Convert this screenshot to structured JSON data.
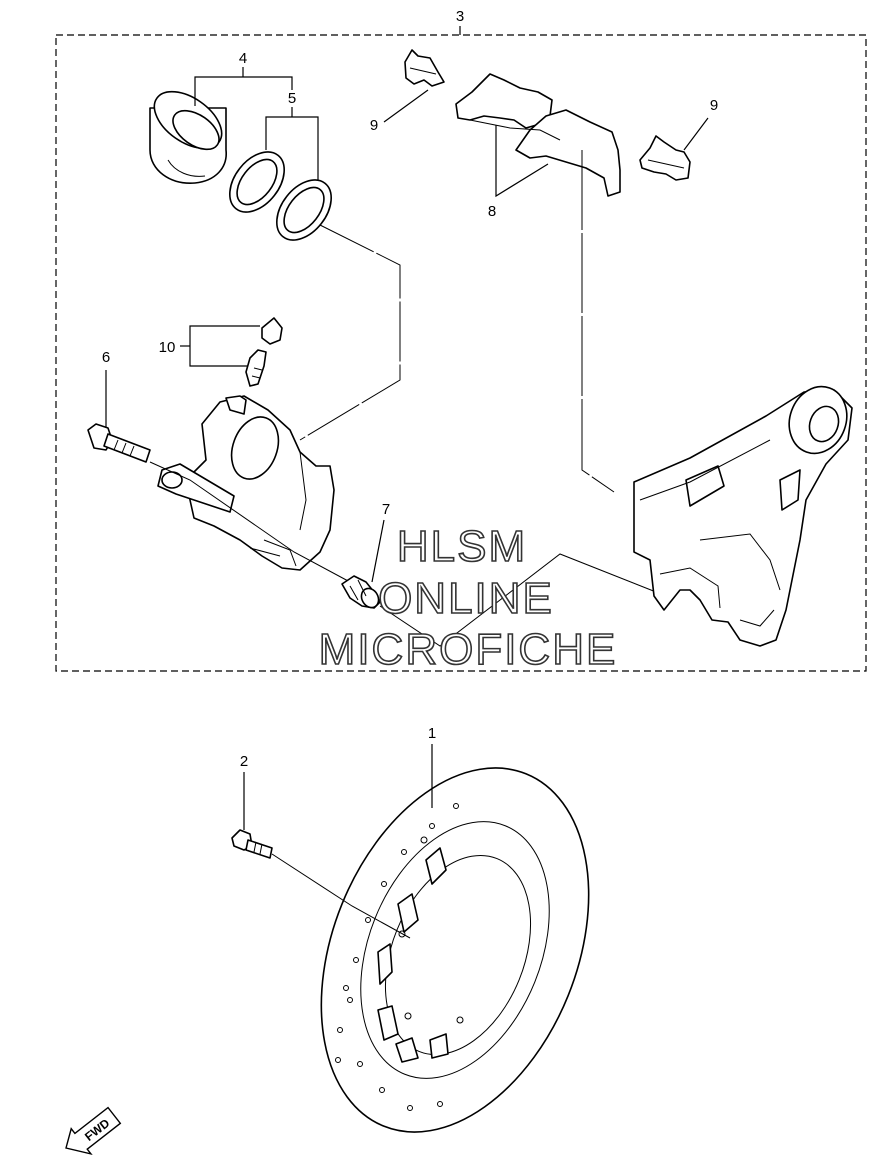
{
  "callouts": {
    "c1": "1",
    "c2": "2",
    "c3": "3",
    "c4": "4",
    "c5": "5",
    "c6": "6",
    "c7": "7",
    "c8": "8",
    "c9a": "9",
    "c9b": "9",
    "c10": "10"
  },
  "watermark": {
    "line1": "HLSM",
    "line2": "ONLINE",
    "line3": "MICROFICHE"
  },
  "direction_badge": "FWD",
  "colors": {
    "line": "#000000",
    "background": "#ffffff"
  }
}
